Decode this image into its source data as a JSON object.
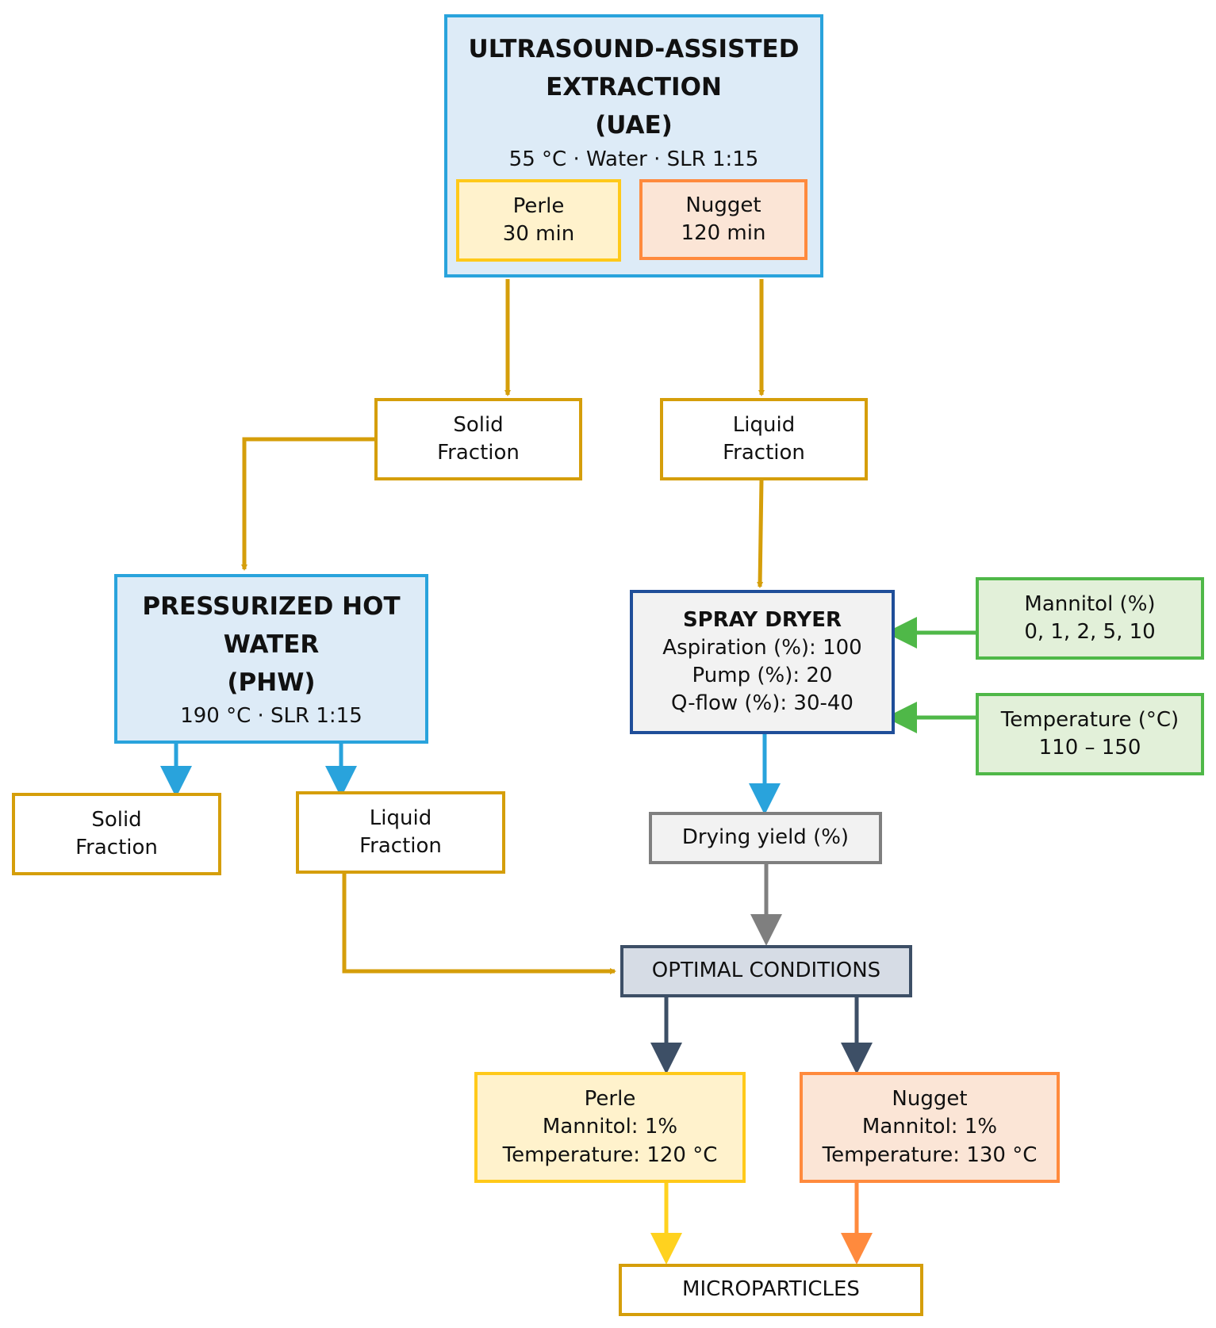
{
  "uae": {
    "title_lines": [
      "ULTRASOUND-ASSISTED",
      "EXTRACTION",
      "(UAE)"
    ],
    "conditions": "55 °C · Water · SLR 1:15",
    "perle": [
      "Perle",
      "30 min"
    ],
    "nugget": [
      "Nugget",
      "120 min"
    ]
  },
  "uae_solid": [
    "Solid",
    "Fraction"
  ],
  "uae_liquid": [
    "Liquid",
    "Fraction"
  ],
  "phw": {
    "title_lines": [
      "PRESSURIZED HOT",
      "WATER",
      "(PHW)"
    ],
    "conditions": "190 °C · SLR 1:15"
  },
  "phw_solid": [
    "Solid",
    "Fraction"
  ],
  "phw_liquid": [
    "Liquid",
    "Fraction"
  ],
  "spray_dryer": {
    "title": "SPRAY DRYER",
    "params": [
      "Aspiration (%): 100",
      "Pump (%): 20",
      "Q-flow (%): 30-40"
    ]
  },
  "mannitol_input": [
    "Mannitol (%)",
    "0, 1, 2, 5, 10"
  ],
  "temperature_input": [
    "Temperature (°C)",
    "110 – 150"
  ],
  "drying_yield": "Drying yield (%)",
  "optimal_conditions": "OPTIMAL CONDITIONS",
  "perle_result": [
    "Perle",
    "Mannitol: 1%",
    "Temperature: 120 °C"
  ],
  "nugget_result": [
    "Nugget",
    "Mannitol: 1%",
    "Temperature: 130 °C"
  ],
  "microparticles": "MICROPARTICLES",
  "colors": {
    "gold": "#d59e0a",
    "blue": "#29a3dc",
    "green": "#4fb848",
    "grey": "#7f7f7f",
    "navy": "#3d4f66",
    "yellow": "#ffd21f",
    "orange": "#ff8a3d"
  }
}
